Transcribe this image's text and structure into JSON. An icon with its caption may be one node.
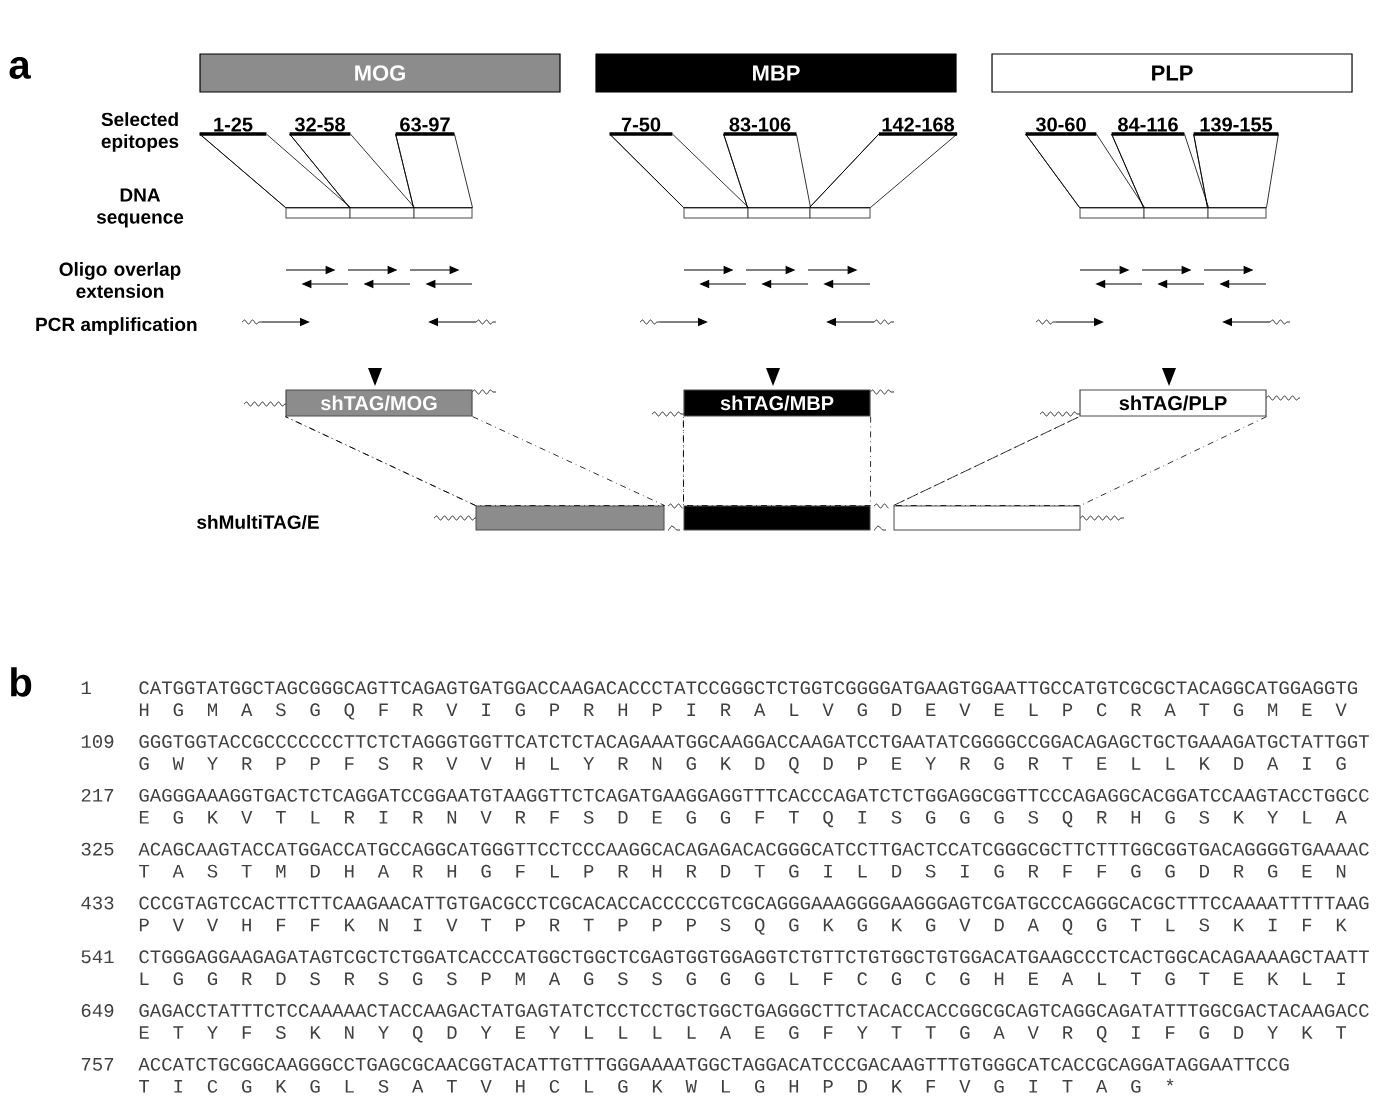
{
  "diagram": {
    "nodes": [
      {
        "text": [
          "MOG"
        ]
      },
      {
        "text": [
          "MBP"
        ]
      },
      {
        "text": [
          "PLP"
        ]
      },
      {
        "text": [
          "1-25"
        ]
      },
      {
        "text": [
          "32-58"
        ]
      },
      {
        "text": [
          "63-97"
        ]
      },
      {
        "text": [
          "7-50"
        ]
      },
      {
        "text": [
          "83-106"
        ]
      },
      {
        "text": [
          "142-168"
        ]
      },
      {
        "text": [
          "30-60"
        ]
      },
      {
        "text": [
          "84-116"
        ]
      },
      {
        "text": [
          "139-155"
        ]
      },
      {
        "text": [],
        "shape": "bar"
      },
      {
        "text": [],
        "shape": "bar"
      },
      {
        "text": [],
        "shape": "bar"
      },
      {
        "text": [],
        "shape": "bar"
      },
      {
        "text": [],
        "shape": "bar"
      },
      {
        "text": [],
        "shape": "bar"
      },
      {
        "text": [],
        "shape": "bar"
      },
      {
        "text": [],
        "shape": "bar"
      },
      {
        "text": [],
        "shape": "bar"
      },
      {
        "text": [
          "shTAG/MOG"
        ]
      },
      {
        "text": [
          "shTAG/MBP"
        ]
      },
      {
        "text": [
          "shTAG/PLP"
        ]
      },
      {
        "text": [],
        "shape": "bar"
      },
      {
        "text": [],
        "shape": "bar"
      },
      {
        "text": [],
        "shape": "bar"
      }
    ],
    "edges": [
      {
        "from": 3,
        "to": 12,
        "arrow": "none"
      },
      {
        "from": 4,
        "to": 13,
        "arrow": "none"
      },
      {
        "from": 5,
        "to": 14,
        "arrow": "none"
      },
      {
        "from": 6,
        "to": 15,
        "arrow": "none"
      },
      {
        "from": 7,
        "to": 16,
        "arrow": "none"
      },
      {
        "from": 8,
        "to": 17,
        "arrow": "none"
      },
      {
        "from": 9,
        "to": 18,
        "arrow": "none"
      },
      {
        "from": 10,
        "to": 19,
        "arrow": "none"
      },
      {
        "from": 11,
        "to": 20,
        "arrow": "none"
      },
      {
        "from": 21,
        "to": 24,
        "arrow": "none",
        "style": "dashed"
      },
      {
        "from": 22,
        "to": 25,
        "arrow": "none",
        "style": "dashed"
      },
      {
        "from": 23,
        "to": 26,
        "arrow": "none",
        "style": "dashed"
      }
    ],
    "labels": [
      "a",
      "Selected epitopes",
      "DNA sequence",
      "Oligo overlap extension",
      "PCR amplification",
      "shMultiTAG/E",
      "b",
      "1",
      "CATGGTATGGCTAGCGGGCAGTTCAGAGTGATGGACCAAGACACCCTATCCGGGCTCTGGTCGGGGATGAAGTGGAATTGCCATGTCGCGCTACAGGCATGGAGGTG",
      "H G M A S G Q F R V I G P R H P I R A L V G D E V E L P C R A T G M E V",
      "109",
      "GGGTGGTACCGCCCCCCCTTCTCTAGGGTGGTTCATCTCTACAGAAATGGCAAGGACCAAGATCCTGAATATCGGGGCCGGACAGAGCTGCTGAAAGATGCTATTGGT",
      "G W Y R P P F S R V V H L Y R N G K D Q D P E Y R G R T E L L K D A I G",
      "217",
      "GAGGGAAAGGTGACTCTCAGGATCCGGAATGTAAGGTTCTCAGATGAAGGAGGTTTCACCCAGATCTCTGGAGGCGGTTCCCAGAGGCACGGATCCAAGTACCTGGCC",
      "E G K V T L R I R N V R F S D E G G F T Q I S G G G S Q R H G S K Y L A",
      "325",
      "ACAGCAAGTACCATGGACCATGCCAGGCATGGGTTCCTCCCAAGGCACAGAGACACGGGCATCCTTGACTCCATCGGGCGCTTCTTTGGCGGTGACAGGGGTGAAAAC",
      "T A S T M D H A R H G F L P R H R D T G I L D S I G R F F G G D R G E N",
      "433",
      "CCCGTAGTCCACTTCTTCAAGAACATTGTGACGCCTCGCACACCACCCCCGTCGCAGGGAAAGGGGAAGGGAGTCGATGCCCAGGGCACGCTTTCCAAAATTTTTAAG",
      "P V V H F F K N I V T P R T P P P S Q G K G K G V D A Q G T L S K I F K",
      "541",
      "CTGGGAGGAAGAGATAGTCGCTCTGGATCACCCATGGCTGGCTCGAGTGGTGGAGGTCTGTTCTGTGGCTGTGGACATGAAGCCCTCACTGGCACAGAAAAGCTAATT",
      "L G G R D S R S G S P M A G S S G G G L F C G C G H E A L T G T E K L I",
      "649",
      "GAGACCTATTTCTCCAAAAACTACCAAGACTATGAGTATCTCCTCCTGCTGGCTGAGGGCTTCTACACCACCGGCGCAGTCAGGCAGATATTTGGCGACTACAAGACC",
      "E T Y F S K N Y Q D Y E Y L L L L A E G F Y T T G A V R Q I F G D Y K T",
      "757",
      "ACCATCTGCGGCAAGGGCCTGAGCGCAACGGTACATTGTTTGGGAAAATGGCTAGGACATCCCGACAAGTTTGTGGGCATCACCGCAGGATAGGAATTCCG",
      "T I C G K G L S A T V H C L G K W L G H P D K F V G I T A G *"
    ]
  }
}
